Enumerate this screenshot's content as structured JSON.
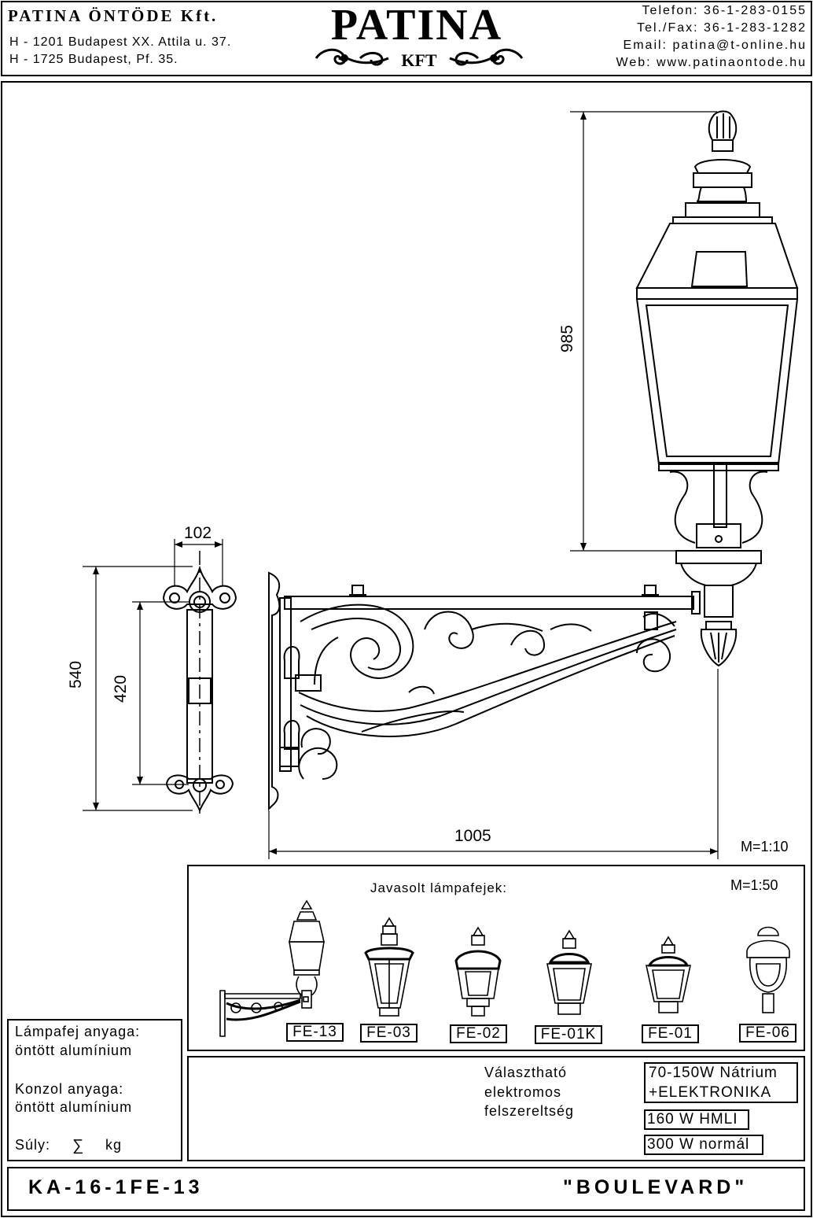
{
  "header": {
    "company": "PATINA ÖNTÖDE Kft.",
    "address_1": "H - 1201 Budapest XX. Attila u. 37.",
    "address_2": "H - 1725 Budapest, Pf. 35.",
    "logo_main": "PATINA",
    "logo_sub": "KFT",
    "phone": "Telefon: 36-1-283-0155",
    "fax": "Tel./Fax: 36-1-283-1282",
    "email": "Email: patina@t-online.hu",
    "web": "Web: www.patinaontode.hu"
  },
  "drawing": {
    "dim_width_plate": "102",
    "dim_height_total": "540",
    "dim_height_holes": "420",
    "dim_arm_length": "1005",
    "dim_lamp_height": "985",
    "scale": "M=1:10"
  },
  "suggested": {
    "title": "Javasolt lámpafejek:",
    "scale": "M=1:50",
    "items": [
      "FE-13",
      "FE-03",
      "FE-02",
      "FE-01K",
      "FE-01",
      "FE-06"
    ]
  },
  "materials": {
    "head_label": "Lámpafej anyaga:",
    "head_value": "öntött alumínium",
    "bracket_label": "Konzol anyaga:",
    "bracket_value": "öntött alumínium",
    "weight_label": "Súly:",
    "weight_symbol": "∑",
    "weight_unit": "kg"
  },
  "electrical": {
    "label_1": "Választható",
    "label_2": "elektromos",
    "label_3": "felszereltség",
    "option_1a": "70-150W Nátrium",
    "option_1b": "+ELEKTRONIKA",
    "option_2": "160 W HMLI",
    "option_3": "300 W normál"
  },
  "footer": {
    "code": "KA-16-1FE-13",
    "name": "\"BOULEVARD\""
  }
}
